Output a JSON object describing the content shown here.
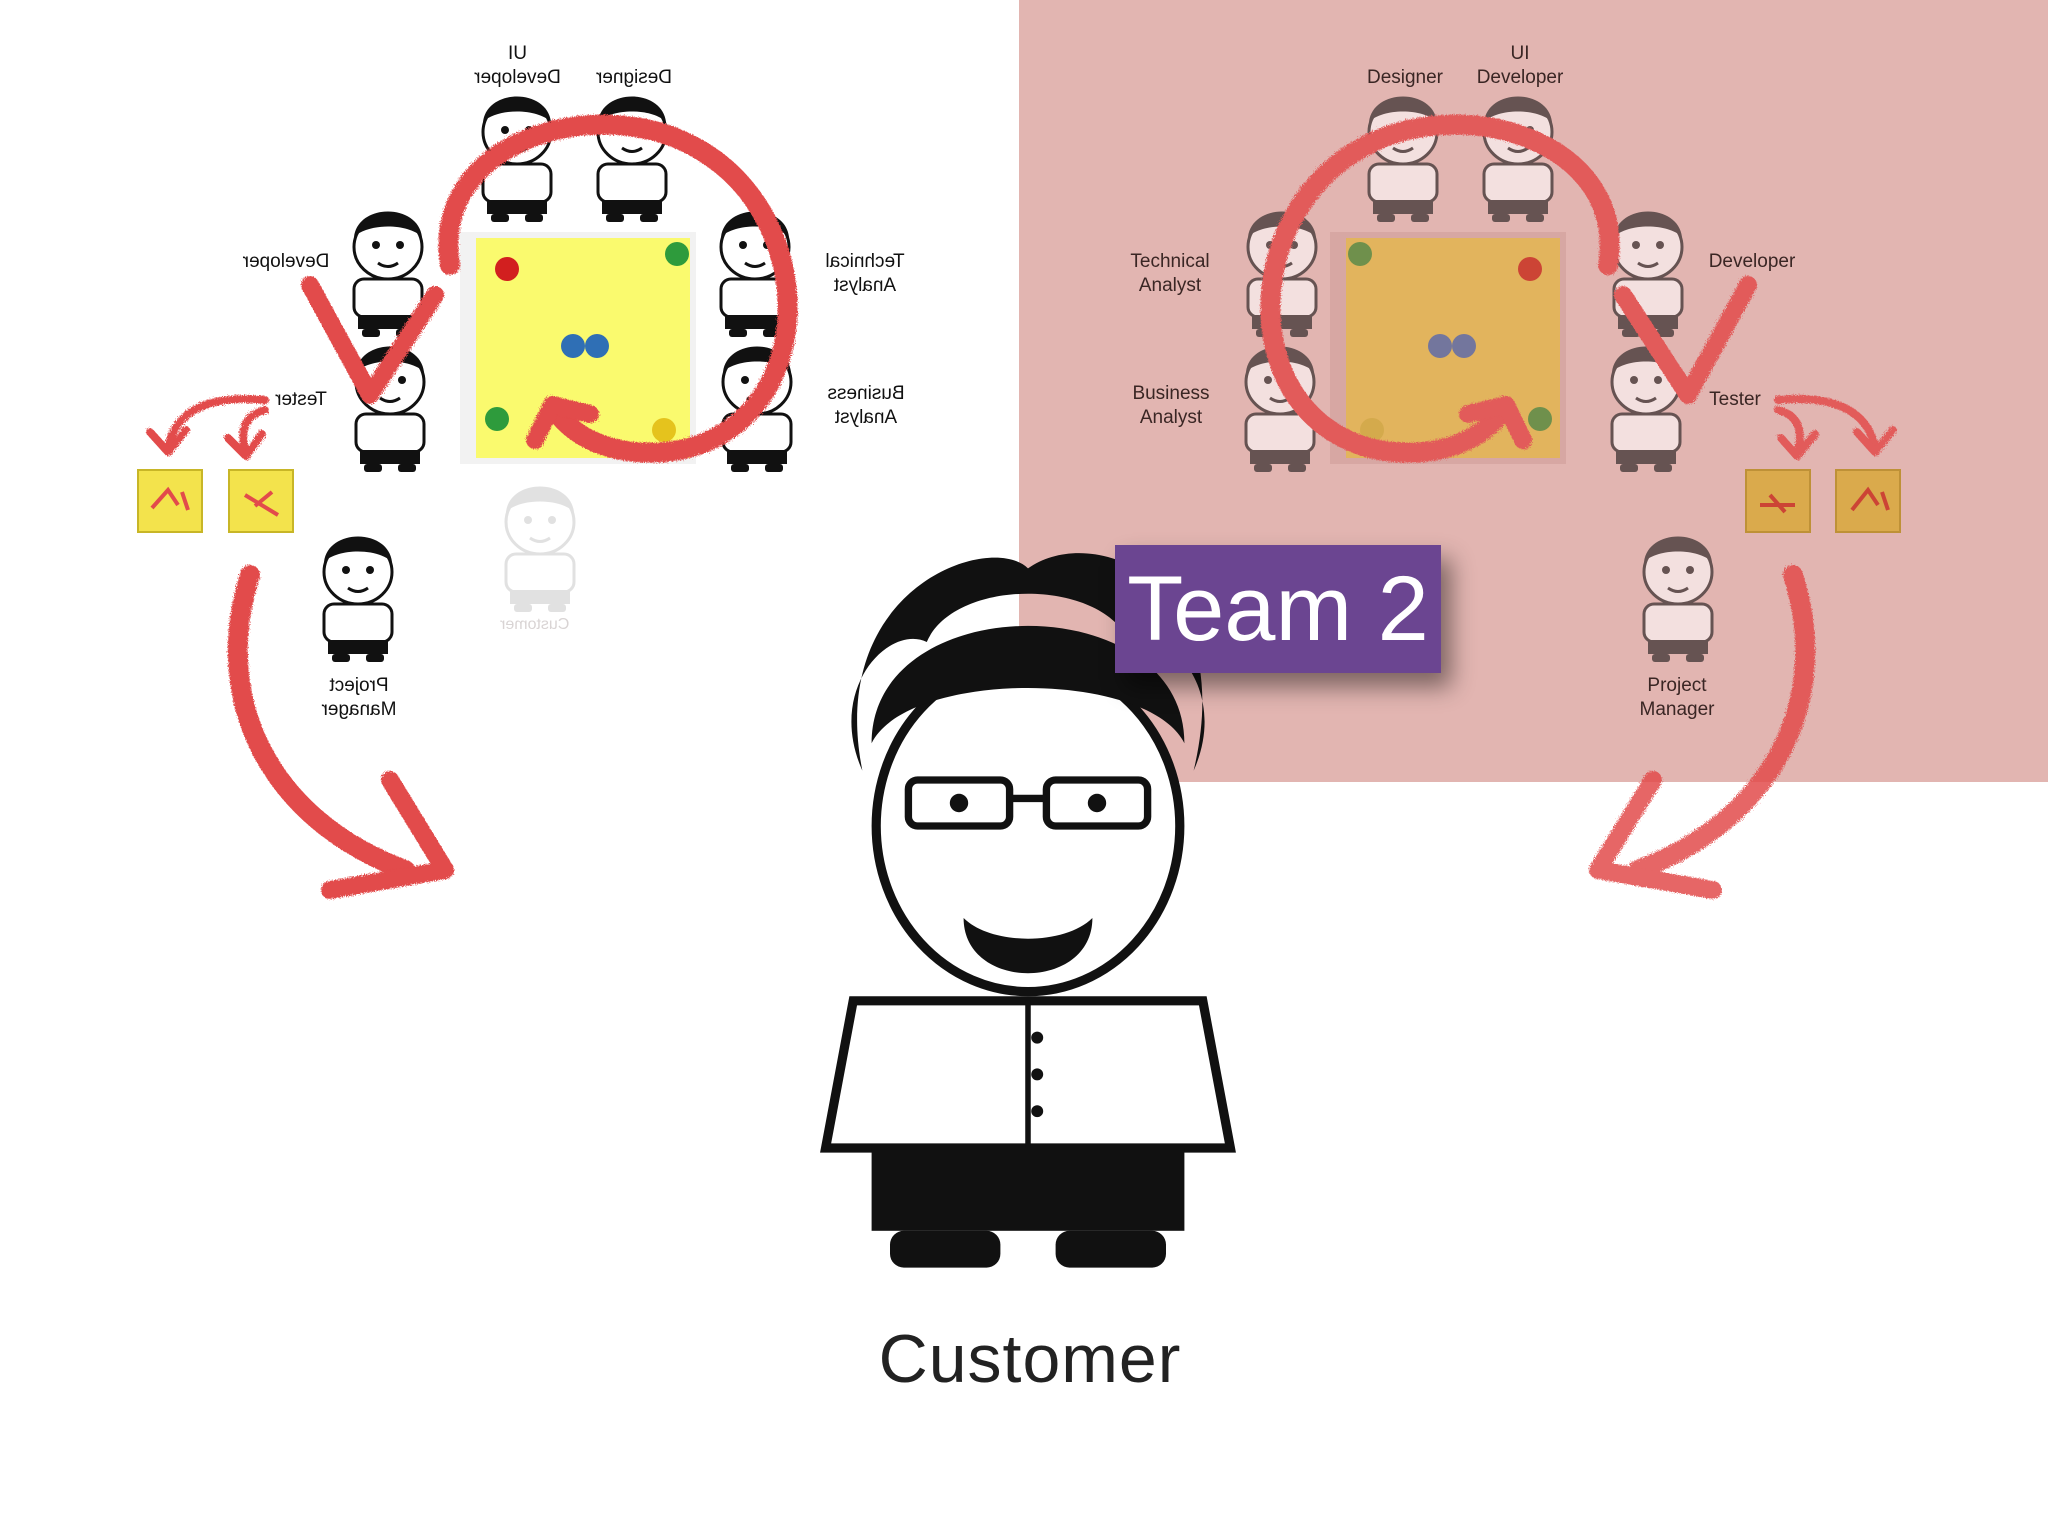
{
  "team1": {
    "roles": {
      "ui_developer": "UI\nDeveloper",
      "designer": "Designer",
      "developer": "Developer",
      "technical_analyst": "Technical\nAnalyst",
      "tester": "Tester",
      "business_analyst": "Business\nAnalyst",
      "project_manager": "Project\nManager"
    },
    "ghost_label": "Customer"
  },
  "team2": {
    "badge": "Team 2",
    "roles": {
      "designer": "Designer",
      "ui_developer": "UI\nDeveloper",
      "technical_analyst": "Technical\nAnalyst",
      "developer": "Developer",
      "business_analyst": "Business\nAnalyst",
      "tester": "Tester",
      "project_manager": "Project\nManager"
    }
  },
  "customer": {
    "label": "Customer"
  },
  "colors": {
    "arrow": "#e24b4b",
    "team2_background": "#e2b5b1",
    "badge": "#6b4591",
    "sticky_note": "#fafa6e",
    "sticky_note_team2": "#e2b44e"
  }
}
